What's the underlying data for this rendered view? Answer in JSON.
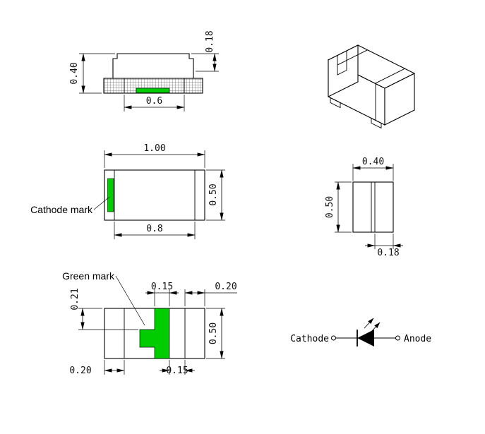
{
  "drawing": {
    "side_view": {
      "height": "0.40",
      "step_height": "0.18",
      "inner_width": "0.6"
    },
    "top_view": {
      "width": "1.00",
      "height": "0.50",
      "inner_width": "0.8",
      "cathode_label": "Cathode mark"
    },
    "end_view": {
      "width": "0.40",
      "height": "0.50",
      "terminal_width": "0.18"
    },
    "bottom_view": {
      "green_label": "Green mark",
      "mark_width": "0.15",
      "right_pad_width": "0.20",
      "mark_top_offset": "0.21",
      "height": "0.50",
      "left_pad_width": "0.20",
      "mark_gap": "0.15"
    },
    "symbol": {
      "cathode": "Cathode",
      "anode": "Anode"
    }
  },
  "colors": {
    "green": "#00cc00",
    "hatch": "#d2d200"
  }
}
